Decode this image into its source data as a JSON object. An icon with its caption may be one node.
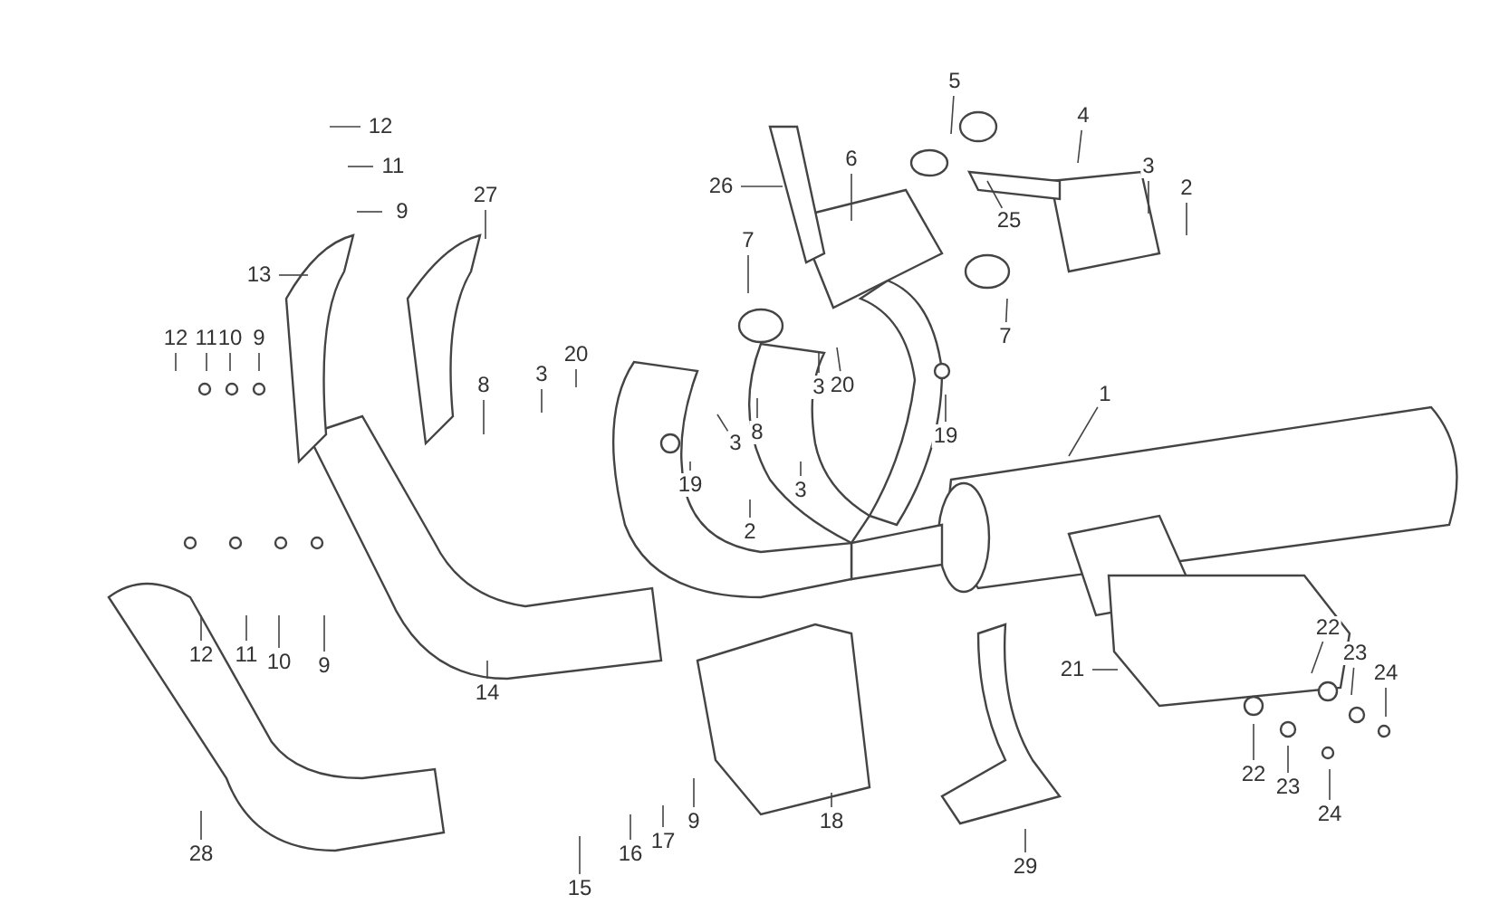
{
  "diagram": {
    "nodes": [
      {
        "text": [
          "5"
        ]
      },
      {
        "text": [
          "12"
        ]
      },
      {
        "text": [
          "4"
        ]
      },
      {
        "text": [
          "11"
        ]
      },
      {
        "text": [
          "6"
        ]
      },
      {
        "text": [
          "26"
        ]
      },
      {
        "text": [
          "9"
        ]
      },
      {
        "text": [
          "3"
        ]
      },
      {
        "text": [
          "2"
        ]
      },
      {
        "text": [
          "27"
        ]
      },
      {
        "text": [
          "13"
        ]
      },
      {
        "text": [
          "7"
        ]
      },
      {
        "text": [
          "25"
        ]
      },
      {
        "text": [
          "7"
        ]
      },
      {
        "text": [
          "12"
        ]
      },
      {
        "text": [
          "11"
        ]
      },
      {
        "text": [
          "10"
        ]
      },
      {
        "text": [
          "9"
        ]
      },
      {
        "text": [
          "20"
        ]
      },
      {
        "text": [
          "8"
        ]
      },
      {
        "text": [
          "3"
        ]
      },
      {
        "text": [
          "20"
        ]
      },
      {
        "text": [
          "3"
        ]
      },
      {
        "text": [
          "1"
        ]
      },
      {
        "text": [
          "19"
        ]
      },
      {
        "text": [
          "8"
        ]
      },
      {
        "text": [
          "3"
        ]
      },
      {
        "text": [
          "19"
        ]
      },
      {
        "text": [
          "3"
        ]
      },
      {
        "text": [
          "2"
        ]
      },
      {
        "text": [
          "12"
        ]
      },
      {
        "text": [
          "11"
        ]
      },
      {
        "text": [
          "10"
        ]
      },
      {
        "text": [
          "9"
        ]
      },
      {
        "text": [
          "14"
        ]
      },
      {
        "text": [
          "21"
        ]
      },
      {
        "text": [
          "22"
        ]
      },
      {
        "text": [
          "23"
        ]
      },
      {
        "text": [
          "24"
        ]
      },
      {
        "text": [
          "18"
        ]
      },
      {
        "text": [
          "22"
        ]
      },
      {
        "text": [
          "23"
        ]
      },
      {
        "text": [
          "24"
        ]
      },
      {
        "text": [
          "16"
        ]
      },
      {
        "text": [
          "17"
        ]
      },
      {
        "text": [
          "9"
        ]
      },
      {
        "text": [
          "28"
        ]
      },
      {
        "text": [
          "29"
        ]
      },
      {
        "text": [
          "15"
        ]
      }
    ],
    "edges": [
      {
        "from": 0,
        "to": null,
        "arrow": "none"
      },
      {
        "from": 1,
        "to": null,
        "arrow": "none"
      },
      {
        "from": 2,
        "to": null,
        "arrow": "none"
      },
      {
        "from": 3,
        "to": null,
        "arrow": "none"
      },
      {
        "from": 4,
        "to": null,
        "arrow": "none"
      },
      {
        "from": 5,
        "to": null,
        "arrow": "none"
      },
      {
        "from": 6,
        "to": null,
        "arrow": "none"
      },
      {
        "from": 7,
        "to": null,
        "arrow": "none"
      },
      {
        "from": 8,
        "to": null,
        "arrow": "none"
      },
      {
        "from": 9,
        "to": null,
        "arrow": "none"
      },
      {
        "from": 10,
        "to": null,
        "arrow": "none"
      },
      {
        "from": 11,
        "to": null,
        "arrow": "none"
      },
      {
        "from": 12,
        "to": null,
        "arrow": "none"
      },
      {
        "from": 13,
        "to": null,
        "arrow": "none"
      },
      {
        "from": 14,
        "to": null,
        "arrow": "none"
      },
      {
        "from": 15,
        "to": null,
        "arrow": "none"
      },
      {
        "from": 16,
        "to": null,
        "arrow": "none"
      },
      {
        "from": 17,
        "to": null,
        "arrow": "none"
      },
      {
        "from": 18,
        "to": null,
        "arrow": "none"
      },
      {
        "from": 19,
        "to": null,
        "arrow": "none"
      },
      {
        "from": 20,
        "to": null,
        "arrow": "none"
      },
      {
        "from": 21,
        "to": null,
        "arrow": "none"
      },
      {
        "from": 22,
        "to": null,
        "arrow": "none"
      },
      {
        "from": 23,
        "to": null,
        "arrow": "none"
      },
      {
        "from": 24,
        "to": null,
        "arrow": "none"
      },
      {
        "from": 25,
        "to": null,
        "arrow": "none"
      },
      {
        "from": 26,
        "to": null,
        "arrow": "none"
      },
      {
        "from": 27,
        "to": null,
        "arrow": "none"
      },
      {
        "from": 28,
        "to": null,
        "arrow": "none"
      },
      {
        "from": 29,
        "to": null,
        "arrow": "none"
      },
      {
        "from": 30,
        "to": null,
        "arrow": "none"
      },
      {
        "from": 31,
        "to": null,
        "arrow": "none"
      },
      {
        "from": 32,
        "to": null,
        "arrow": "none"
      },
      {
        "from": 33,
        "to": null,
        "arrow": "none"
      },
      {
        "from": 34,
        "to": null,
        "arrow": "none"
      },
      {
        "from": 35,
        "to": null,
        "arrow": "none"
      },
      {
        "from": 36,
        "to": null,
        "arrow": "none"
      },
      {
        "from": 37,
        "to": null,
        "arrow": "none"
      },
      {
        "from": 38,
        "to": null,
        "arrow": "none"
      },
      {
        "from": 39,
        "to": null,
        "arrow": "none"
      },
      {
        "from": 40,
        "to": null,
        "arrow": "none"
      },
      {
        "from": 41,
        "to": null,
        "arrow": "none"
      },
      {
        "from": 42,
        "to": null,
        "arrow": "none"
      },
      {
        "from": 43,
        "to": null,
        "arrow": "none"
      },
      {
        "from": 44,
        "to": null,
        "arrow": "none"
      },
      {
        "from": 45,
        "to": null,
        "arrow": "none"
      },
      {
        "from": 46,
        "to": null,
        "arrow": "none"
      },
      {
        "from": 47,
        "to": null,
        "arrow": "none"
      },
      {
        "from": 48,
        "to": null,
        "arrow": "none"
      }
    ]
  }
}
